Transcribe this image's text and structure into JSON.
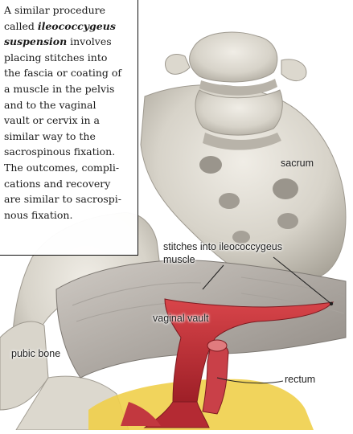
{
  "callout": {
    "lines": [
      {
        "text": "A similar procedure"
      },
      {
        "pre": "called ",
        "em": "ileococcygeus"
      },
      {
        "em": "suspension",
        "post": " involves"
      },
      {
        "text": "placing stitches into"
      },
      {
        "text": "the fascia or coating of"
      },
      {
        "text": "a muscle in the pelvis"
      },
      {
        "text": "and to the vaginal"
      },
      {
        "text": "vault or cervix in a"
      },
      {
        "text": "similar way to the"
      },
      {
        "text": "sacrospinous fixation."
      },
      {
        "text": "The outcomes, compli-"
      },
      {
        "text": "cations and recovery"
      },
      {
        "text": "are similar to sacrospi-"
      },
      {
        "text": "nous fixation."
      }
    ]
  },
  "labels": {
    "sacrum": "sacrum",
    "stitches_line1": "stitches into ileococcygeus",
    "stitches_line2": "muscle",
    "vaginal_vault": "vaginal vault",
    "pubic_bone": "pubic bone",
    "rectum": "rectum"
  },
  "colors": {
    "bone": "#e4e0d6",
    "bone_shadow": "#a8a399",
    "muscle_gray": "#b9b4ae",
    "vagina_red": "#c8323a",
    "fat_yellow": "#f0cf4a"
  }
}
